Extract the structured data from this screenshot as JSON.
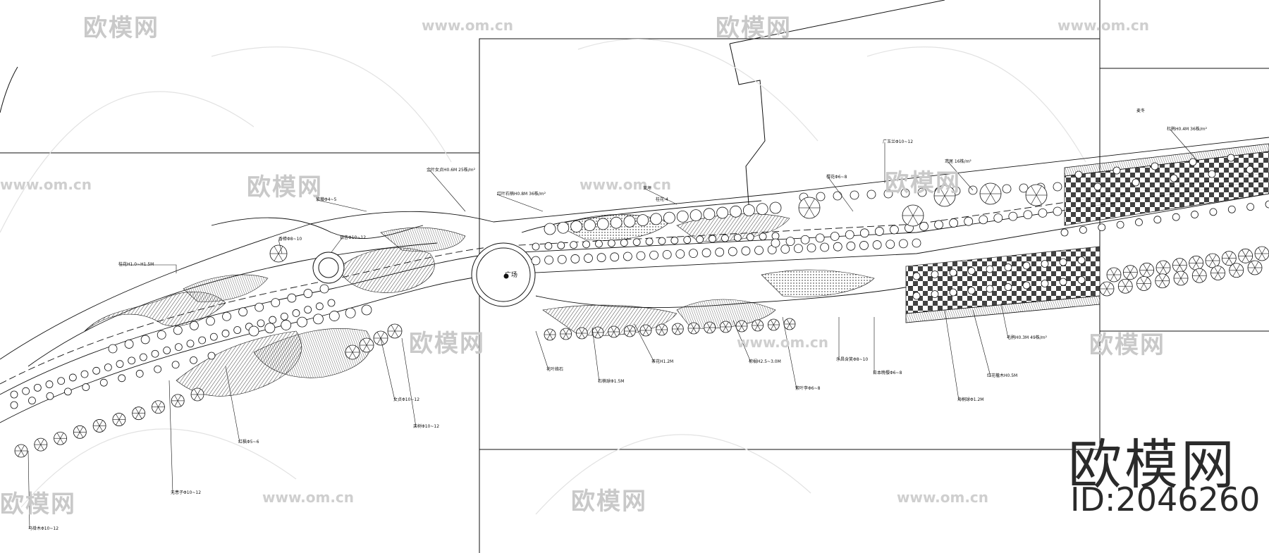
{
  "brand": {
    "name": "欧模网",
    "id": "ID:2046260"
  },
  "watermark": {
    "text": "欧模网",
    "url": "www.om.cn"
  },
  "plaza_label": "广场",
  "labels": [
    "桂花H1.0~H1.5M",
    "香樟Φ8~10",
    "紫薇Φ4~5",
    "银杏Φ10~12",
    "红叶石楠H0.8M 36株/m²",
    "金叶女贞H0.6M 25株/m²",
    "草坪",
    "桂花-4",
    "樱花Φ6~8",
    "广玉兰Φ10~12",
    "鸢尾 16株/m²",
    "杜鹃H0.4M 36株/m²",
    "麦冬",
    "毛鹃H0.3M 49株/m²",
    "红花檵木H0.5M",
    "海桐球Φ1.2M",
    "日本晚樱Φ6~8",
    "乐昌含笑Φ8~10",
    "紫叶李Φ6~8",
    "棕榈H2.5~3.0M",
    "茶花H1.2M",
    "石楠球Φ1.5M",
    "花叶络石",
    "女贞Φ10~12",
    "栾树Φ10~12",
    "红枫Φ5~6",
    "无患子Φ10~12",
    "马褂木Φ10~12"
  ]
}
